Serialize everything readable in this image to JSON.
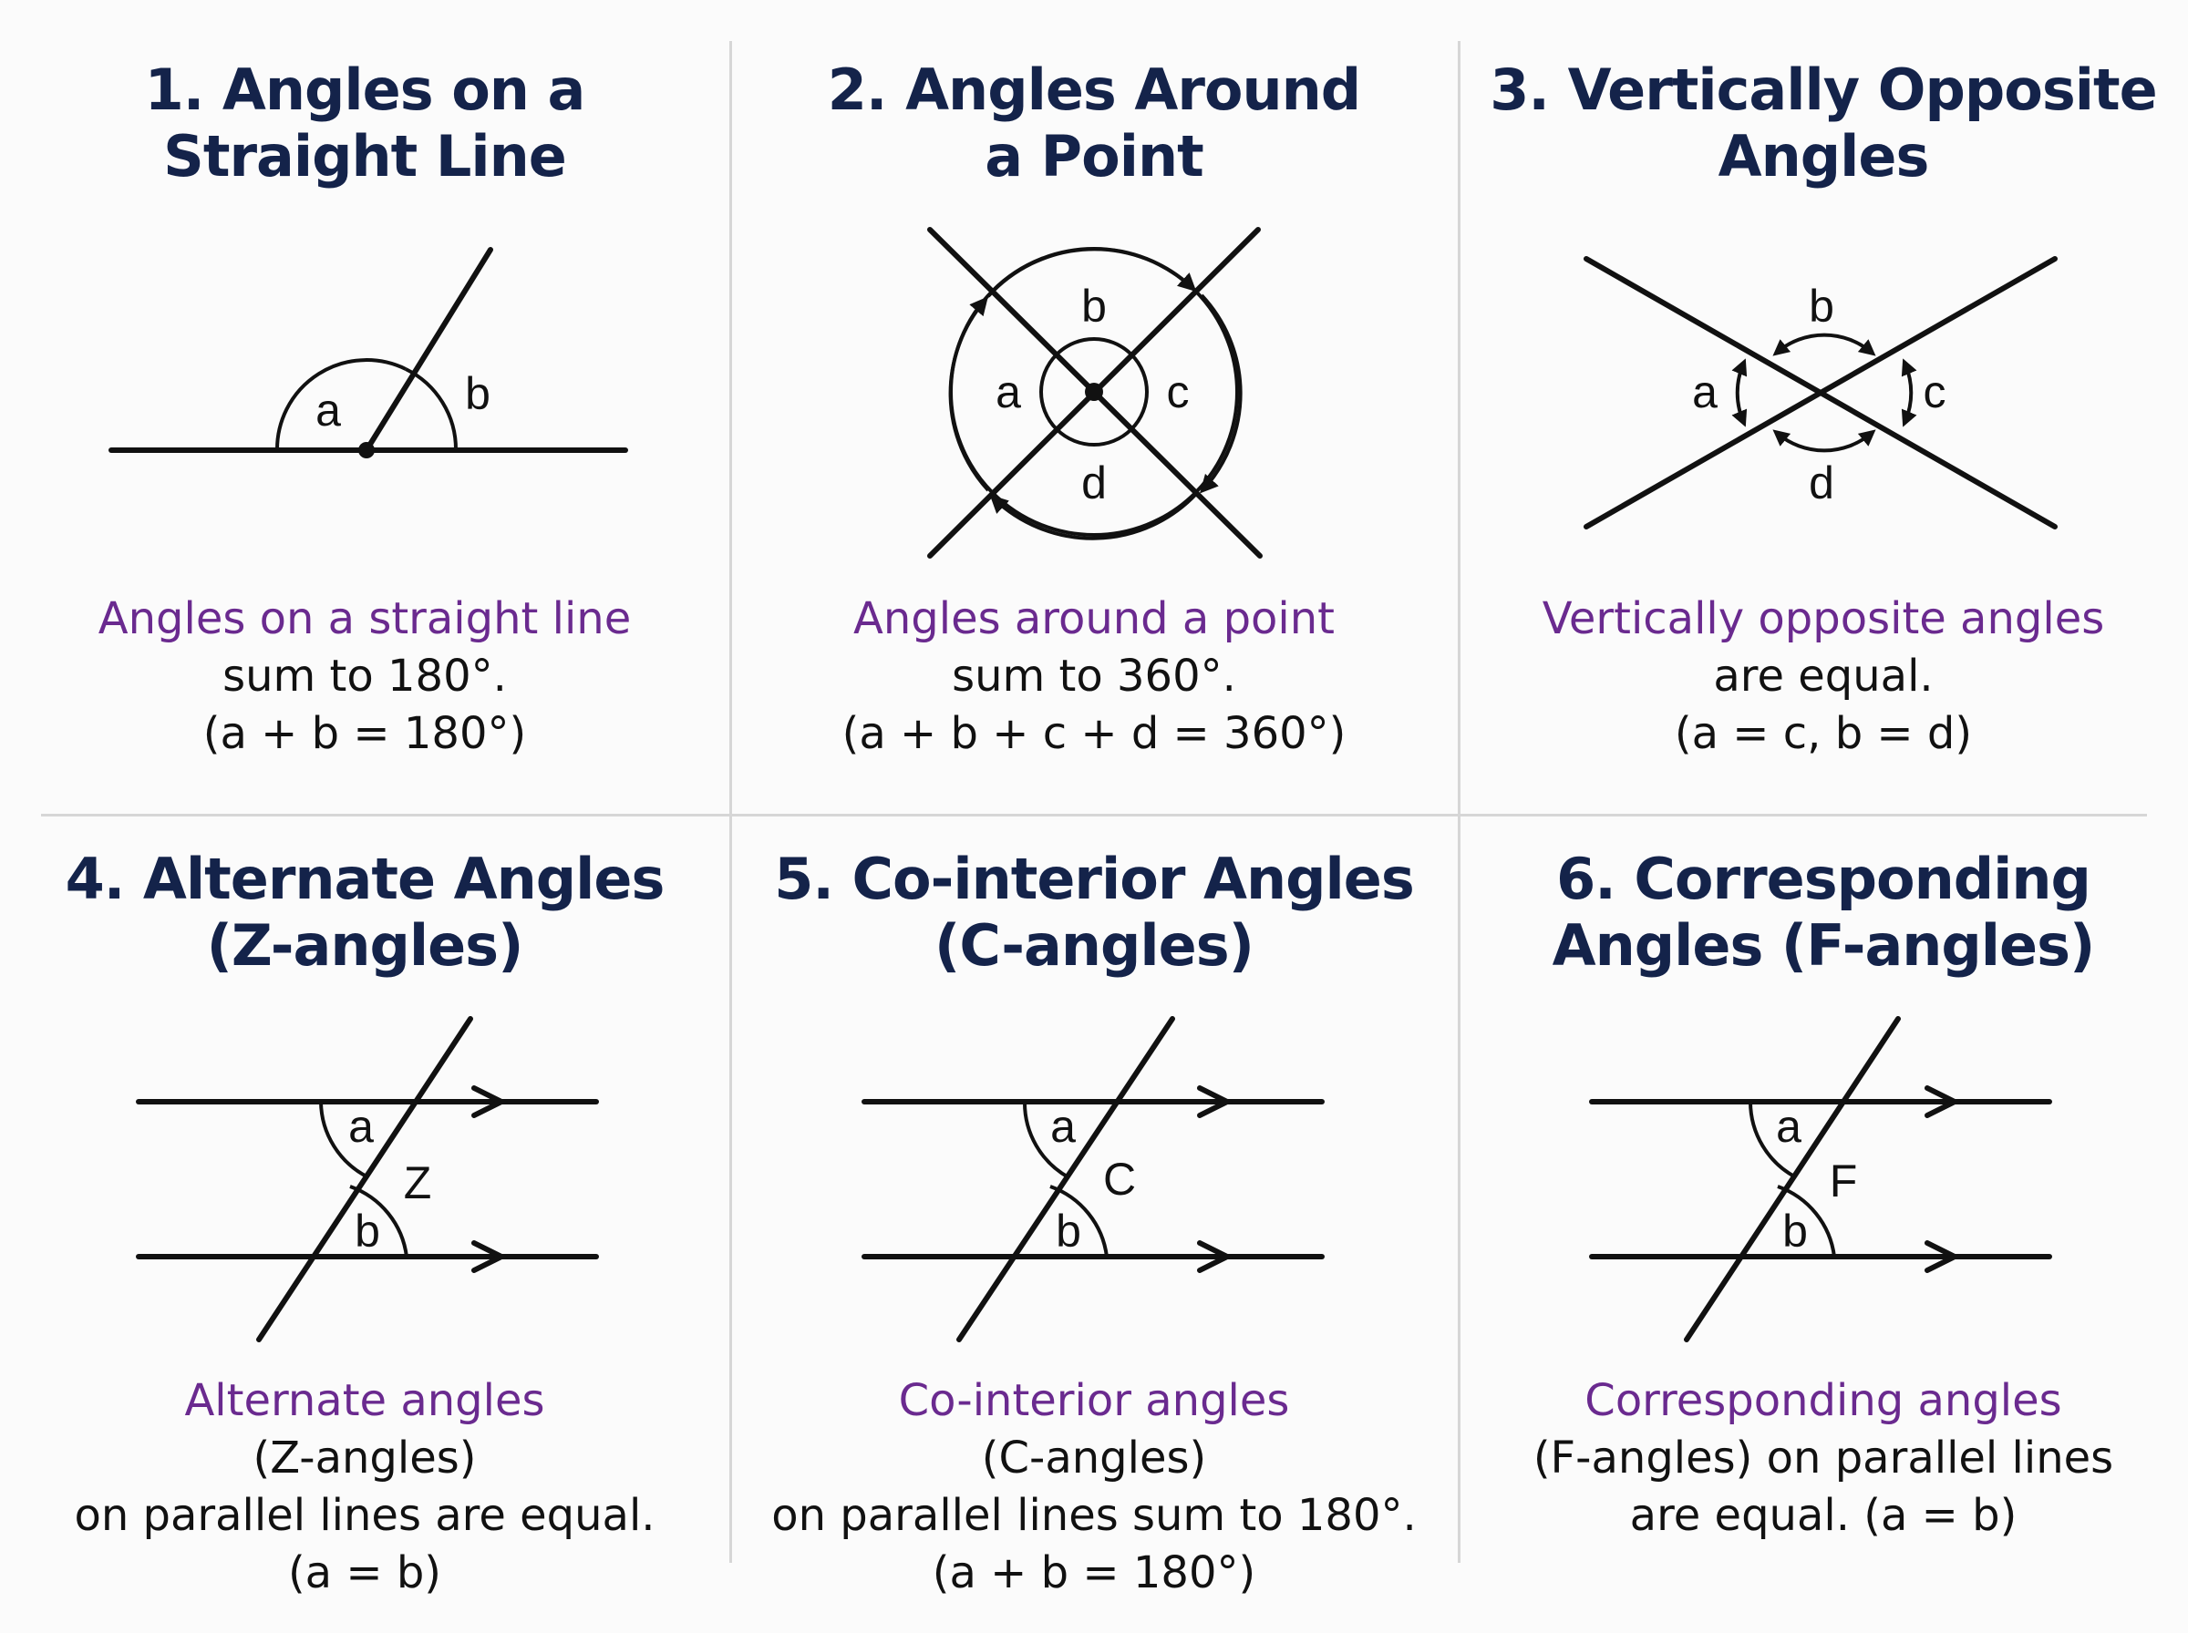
{
  "panels": [
    {
      "title": [
        "1. Angles on a",
        "Straight Line"
      ],
      "labels": {
        "a": "a",
        "b": "b"
      },
      "desc_highlight": "Angles on a straight line",
      "desc_line2": "sum to 180°.",
      "desc_line3": "(a + b = 180°)"
    },
    {
      "title": [
        "2. Angles Around",
        "a Point"
      ],
      "labels": {
        "a": "a",
        "b": "b",
        "c": "c",
        "d": "d"
      },
      "desc_highlight": "Angles around a point",
      "desc_line2": "sum to 360°.",
      "desc_line3": "(a + b + c + d = 360°)"
    },
    {
      "title": [
        "3. Vertically Opposite",
        "Angles"
      ],
      "labels": {
        "a": "a",
        "b": "b",
        "c": "c",
        "d": "d"
      },
      "desc_highlight": "Vertically opposite angles",
      "desc_line2": "are equal.",
      "desc_line3": "(a = c, b = d)"
    },
    {
      "title": [
        "4. Alternate Angles",
        "(Z-angles)"
      ],
      "labels": {
        "a": "a",
        "b": "b",
        "letter": "Z"
      },
      "desc_highlight": "Alternate angles",
      "desc_rest": " (Z-angles)",
      "desc_line2": "on parallel lines are equal.",
      "desc_line3": "(a = b)"
    },
    {
      "title": [
        "5. Co-interior Angles",
        "(C-angles)"
      ],
      "labels": {
        "a": "a",
        "b": "b",
        "letter": "C"
      },
      "desc_highlight": "Co-interior angles",
      "desc_rest": " (C-angles)",
      "desc_line2": "on parallel lines sum to 180°.",
      "desc_line3": "(a + b = 180°)"
    },
    {
      "title": [
        "6. Corresponding",
        "Angles (F-angles)"
      ],
      "labels": {
        "a": "a",
        "b": "b",
        "letter": "F"
      },
      "desc_highlight": "Corresponding angles",
      "desc_line2": "(F-angles) on parallel lines",
      "desc_line3": "are equal. (a = b)"
    }
  ],
  "colors": {
    "title": "#14234a",
    "highlight": "#6a2a8f",
    "divider": "#d6d6d6"
  }
}
